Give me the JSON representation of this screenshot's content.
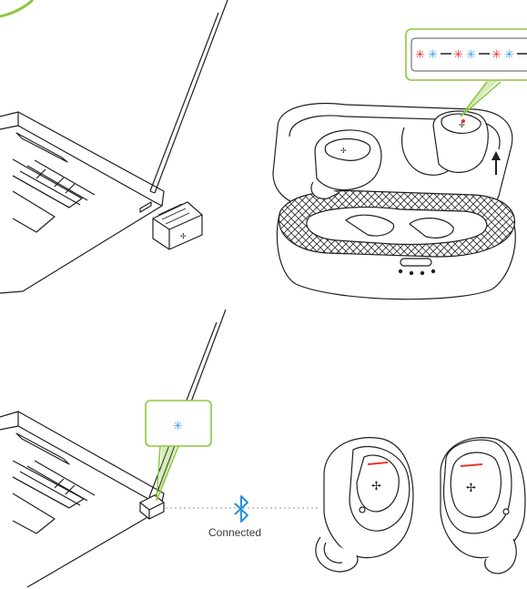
{
  "status": {
    "connected_label": "Connected"
  },
  "colors": {
    "accent_green": "#8dc63f",
    "led_red": "#e8342d",
    "led_blue": "#3aa0de",
    "bluetooth_blue": "#2a8fd6",
    "line": "#1f1f1f",
    "case_mesh": "#333333"
  },
  "icons": {
    "step1_callout": "led-blink-red-blue-sequence",
    "step2_callout": "led-solid-blue",
    "connection": "bluetooth-icon",
    "brand": "avantree-leaf-logo"
  }
}
